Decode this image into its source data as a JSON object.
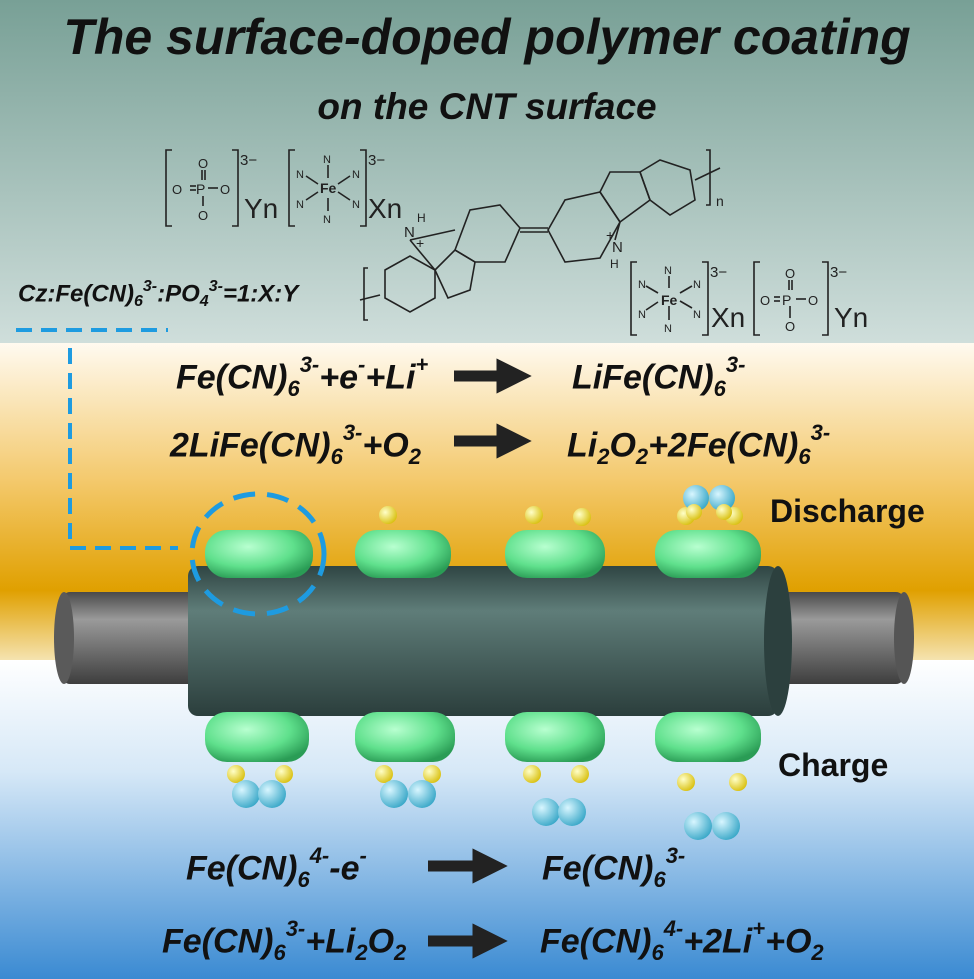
{
  "title": {
    "line1": "The surface-doped polymer coating",
    "line2": "on the CNT surface"
  },
  "ratio_label": {
    "prefix": "Cz:Fe(CN)",
    "sub1": "6",
    "sup1": "3-",
    "mid": ":PO",
    "sub2": "4",
    "sup2": "3-",
    "suffix": "=1:X:Y"
  },
  "structure_labels": {
    "charge_3minus": "3−",
    "yn": "Yn",
    "xn": "Xn",
    "n": "n",
    "fe": "Fe",
    "p": "P",
    "n_atom": "N",
    "h": "H",
    "plus": "+",
    "o": "O"
  },
  "discharge": {
    "label": "Discharge",
    "eq1_left": [
      "Fe(CN)",
      "6",
      "3-",
      "+e",
      "-",
      "+Li",
      "+"
    ],
    "eq1_right": [
      "LiFe(CN)",
      "6",
      "3-"
    ],
    "eq2_left": [
      "2LiFe(CN)",
      "6",
      "3-",
      "+O",
      "2"
    ],
    "eq2_right": [
      "Li",
      "2",
      "O",
      "2",
      "+2Fe(CN)",
      "6",
      "3-"
    ]
  },
  "charge": {
    "label": "Charge",
    "eq1_left": [
      "Fe(CN)",
      "6",
      "4-",
      "-e",
      "-"
    ],
    "eq1_right": [
      "Fe(CN)",
      "6",
      "3-"
    ],
    "eq2_left": [
      "Fe(CN)",
      "6",
      "3-",
      "+Li",
      "2",
      "O",
      "2"
    ],
    "eq2_right": [
      "Fe(CN)",
      "6",
      "4-",
      "+2Li",
      "+",
      "+O",
      "2"
    ]
  },
  "colors": {
    "top_panel": "#7fa39b",
    "discharge_band": "#e5a100",
    "charge_band": "#3f8fd6",
    "coating": "#3f5a57",
    "cnt_core": "#6b6b6b",
    "dopant_blob": "#5fe08c",
    "lithium": "#f2e040",
    "oxygen": "#5fc4e0",
    "highlight": "#1e9be0"
  }
}
